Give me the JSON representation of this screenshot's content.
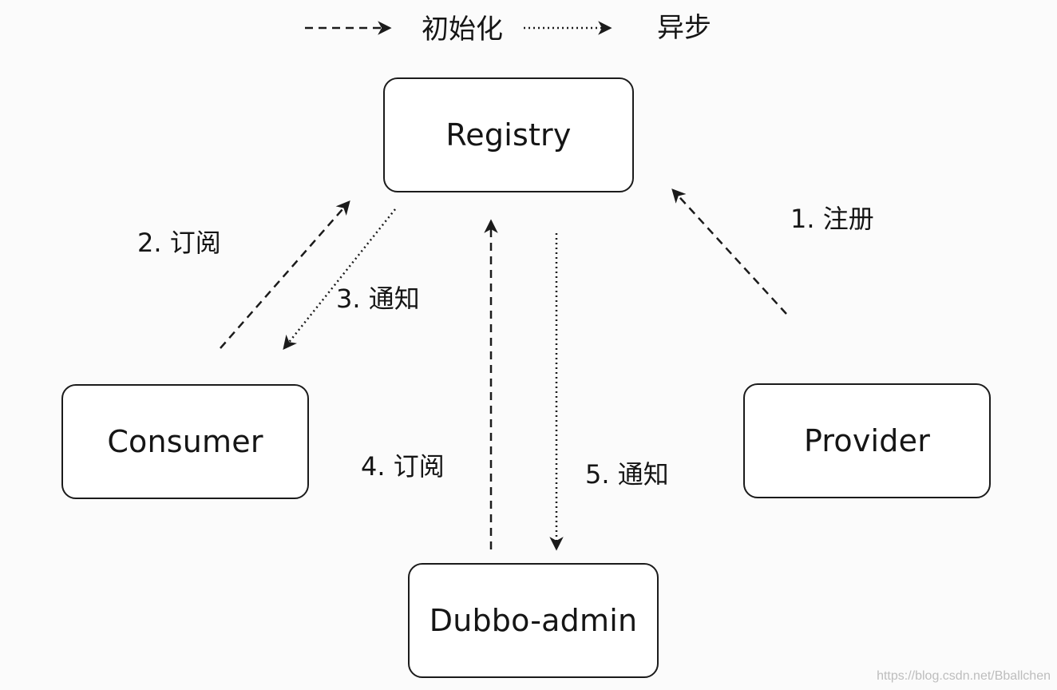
{
  "legend": {
    "init_label": "初始化",
    "async_label": "异步"
  },
  "nodes": {
    "registry": "Registry",
    "consumer": "Consumer",
    "provider": "Provider",
    "admin": "Dubbo-admin"
  },
  "edges": {
    "register": "1. 注册",
    "consumer_subscribe": "2. 订阅",
    "consumer_notify": "3. 通知",
    "admin_subscribe": "4. 订阅",
    "admin_notify": "5. 通知"
  },
  "watermark": "https://blog.csdn.net/Bballchen",
  "colors": {
    "stroke": "#1b1b1b",
    "background": "#fbfbfb"
  }
}
